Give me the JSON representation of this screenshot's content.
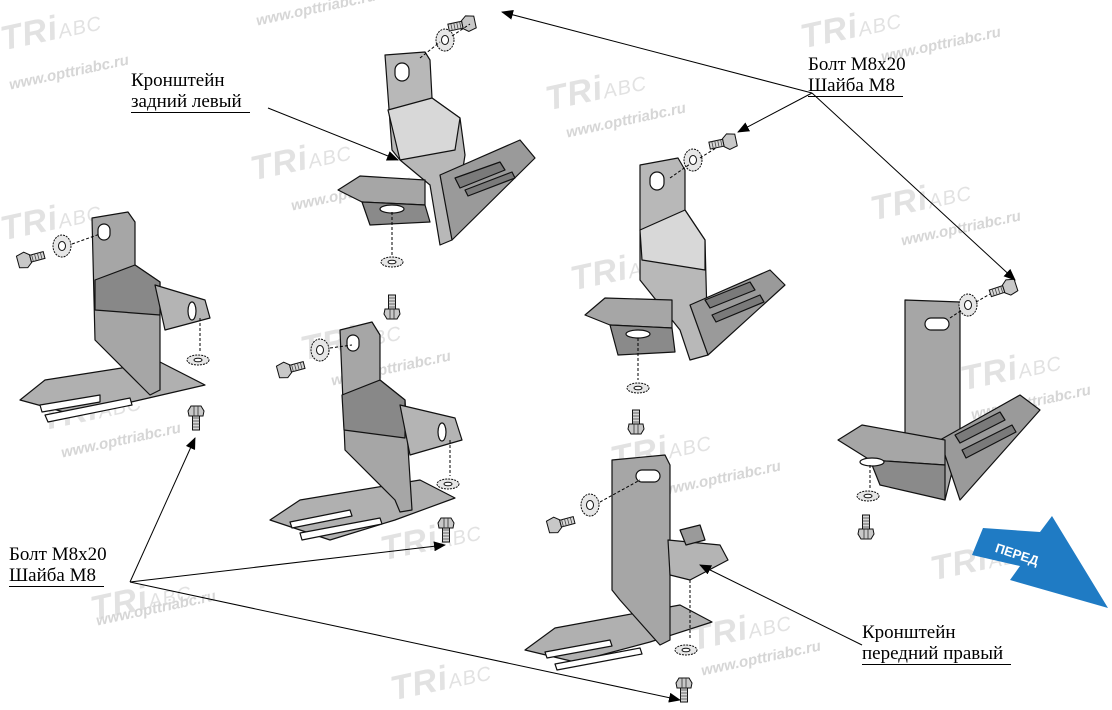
{
  "labels": {
    "rear_left_bracket": [
      "Кронштейн",
      "задний левый"
    ],
    "top_fasteners": [
      "Болт М8х20",
      "Шайба М8"
    ],
    "bottom_fasteners": [
      "Болт М8х20",
      "Шайба М8"
    ],
    "front_right_bracket": [
      "Кронштейн",
      "передний правый"
    ]
  },
  "direction_arrow": {
    "text": "ПЕРЕД",
    "color": "#1f7bc4"
  },
  "watermark": {
    "logo": "TRi",
    "logo_suffix": "ABC",
    "url": "www.opttriabc.ru"
  },
  "colors": {
    "part_fill": "#a6a6a6",
    "part_light": "#c4c4c4",
    "part_dark": "#7a7a7a",
    "outline": "#111111"
  }
}
